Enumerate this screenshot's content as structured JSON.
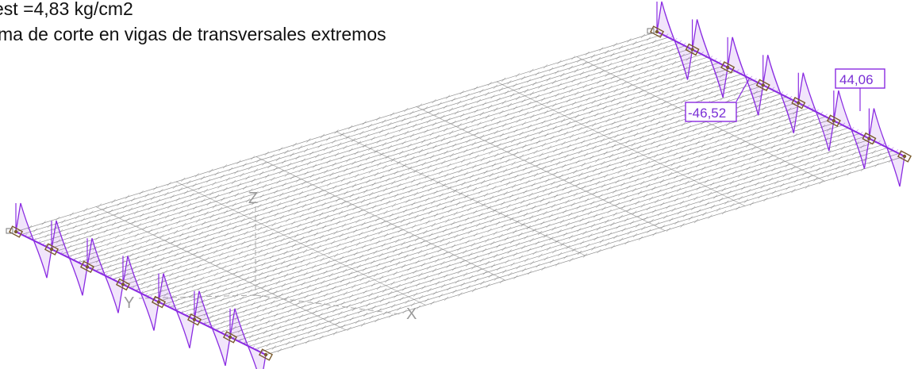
{
  "caption": {
    "line1": "est =4,83  kg/cm2",
    "line2": "ma de corte en vigas de transversales extremos"
  },
  "labels": {
    "min_shear": "-46,52",
    "max_shear": "44,06"
  },
  "axes": {
    "x": "X",
    "y": "Y",
    "z": "Z"
  },
  "colors": {
    "diagram": "#8a2be2",
    "mesh": "#6f6f6f",
    "support": "#7a5b2e",
    "axis": "#a0a0a0"
  }
}
